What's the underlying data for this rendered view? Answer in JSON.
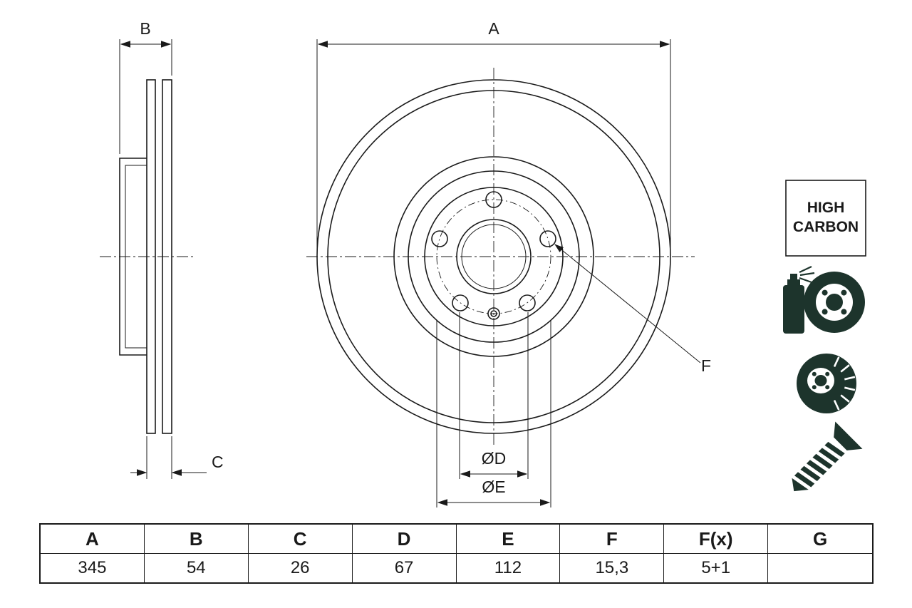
{
  "colors": {
    "line": "#1a1a1a",
    "icon": "#1d342c",
    "background": "#ffffff"
  },
  "drawing": {
    "dim_labels": {
      "a": "A",
      "b": "B",
      "c": "C",
      "d": "ØD",
      "e": "ØE",
      "f": "F"
    },
    "high_carbon_badge": {
      "line1": "HIGH",
      "line2": "CARBON"
    }
  },
  "table": {
    "headers": [
      "A",
      "B",
      "C",
      "D",
      "E",
      "F",
      "F(x)",
      "G"
    ],
    "values": [
      "345",
      "54",
      "26",
      "67",
      "112",
      "15,3",
      "5+1",
      ""
    ]
  }
}
